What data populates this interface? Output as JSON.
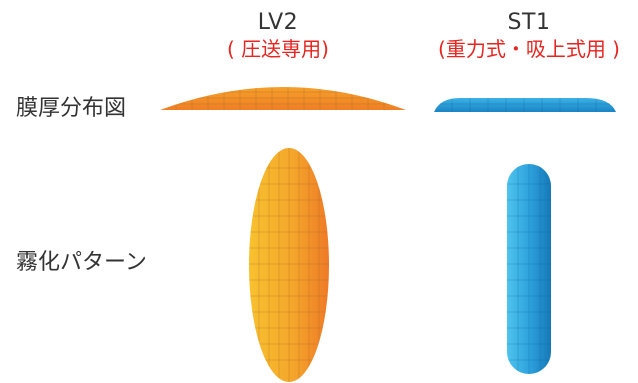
{
  "columns": [
    {
      "name": "LV2",
      "subtitle": "( 圧送専用)"
    },
    {
      "name": "ST1",
      "subtitle": "(重力式・吸上式用 )"
    }
  ],
  "rows": [
    {
      "label": "膜厚分布図"
    },
    {
      "label": "霧化パターン"
    }
  ],
  "colors": {
    "subtitle": "#e52520",
    "text": "#333333",
    "orange_light": "#f8c12f",
    "orange_dark": "#ef7a27",
    "blue_light": "#4fc4ee",
    "blue_dark": "#1678b8",
    "grid": "#a9651f"
  }
}
